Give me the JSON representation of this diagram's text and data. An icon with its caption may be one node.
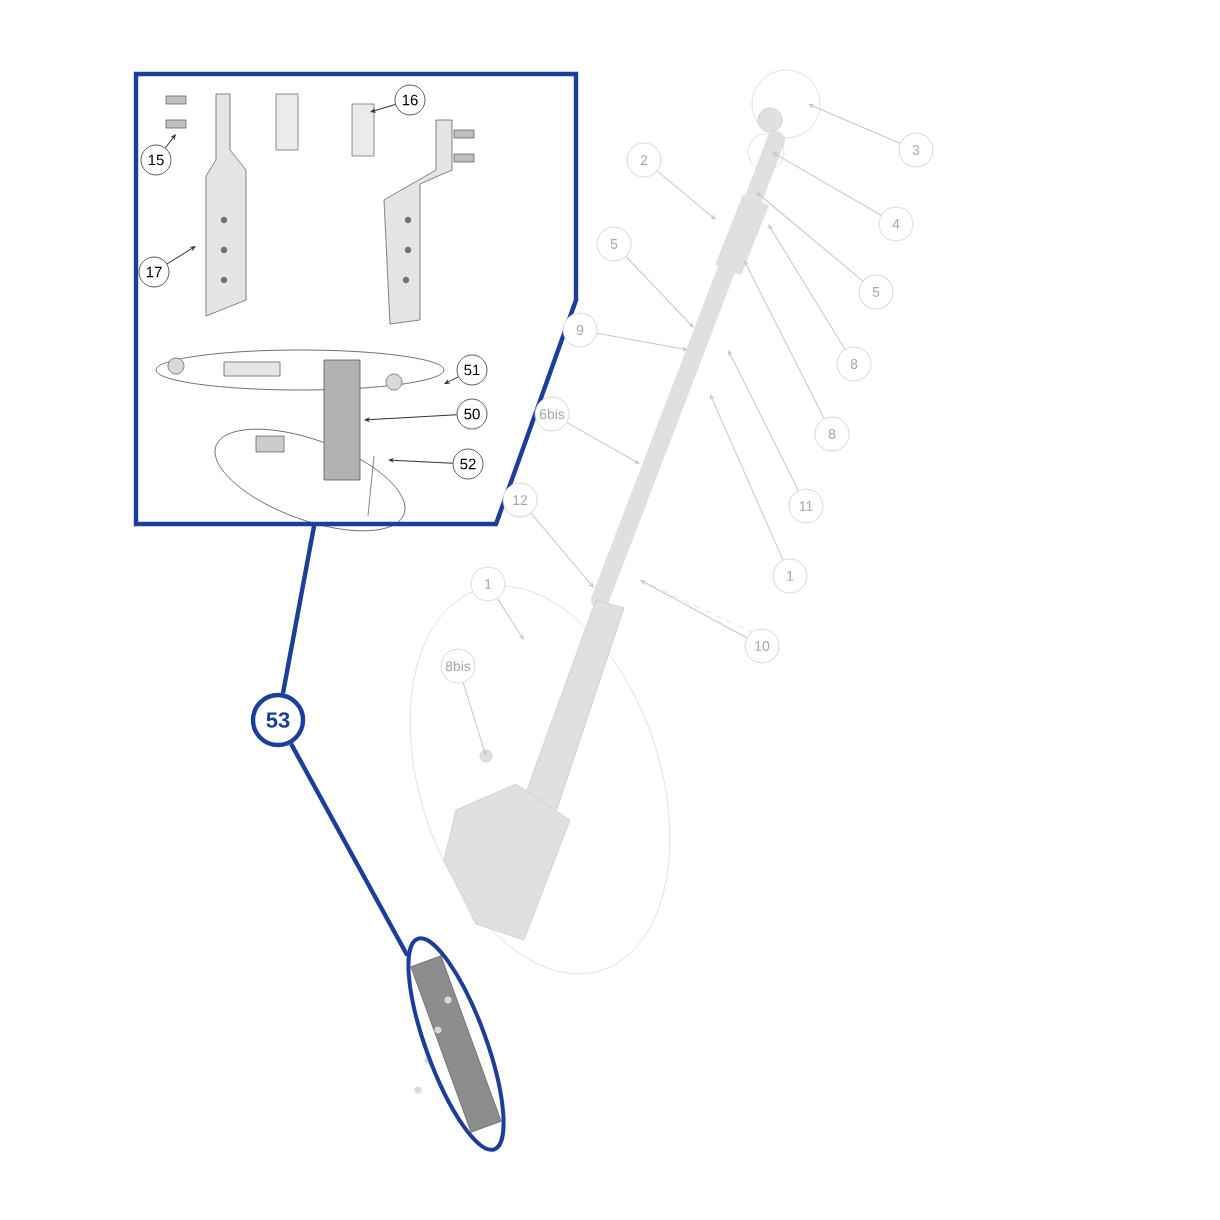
{
  "diagram": {
    "nodes": [
      {
        "text": [],
        "shape": "box"
      },
      {
        "text": [
          "15"
        ],
        "in": 0
      },
      {
        "text": [
          "16"
        ],
        "in": 0
      },
      {
        "text": [
          "17"
        ],
        "in": 0
      },
      {
        "text": [
          "51"
        ],
        "in": 0
      },
      {
        "text": [
          "50"
        ],
        "in": 0
      },
      {
        "text": [
          "52"
        ],
        "in": 0
      },
      {
        "text": [
          "53"
        ]
      },
      {
        "text": [],
        "shape": "ellipse"
      },
      {
        "text": [
          "2"
        ]
      },
      {
        "text": [
          "3"
        ]
      },
      {
        "text": [
          "4"
        ]
      },
      {
        "text": [
          "5"
        ]
      },
      {
        "text": [
          "5"
        ]
      },
      {
        "text": [
          "9"
        ]
      },
      {
        "text": [
          "8"
        ]
      },
      {
        "text": [
          "8"
        ]
      },
      {
        "text": [
          "6bis"
        ]
      },
      {
        "text": [
          "11"
        ]
      },
      {
        "text": [
          "12"
        ]
      },
      {
        "text": [
          "1"
        ]
      },
      {
        "text": [
          "1"
        ]
      },
      {
        "text": [
          "10"
        ]
      },
      {
        "text": [
          "8bis"
        ]
      }
    ],
    "edges": [
      {
        "from": 7,
        "to": 0,
        "arrow": "none",
        "style": "thick",
        "color": "#1a3e9a"
      },
      {
        "from": 7,
        "to": 8,
        "arrow": "none",
        "style": "thick",
        "color": "#1a3e9a"
      },
      {
        "from": 1,
        "to": null,
        "arrow": "to",
        "color": "#333333"
      },
      {
        "from": 2,
        "to": null,
        "arrow": "to",
        "color": "#333333"
      },
      {
        "from": 3,
        "to": null,
        "arrow": "to",
        "color": "#333333"
      },
      {
        "from": 4,
        "to": null,
        "arrow": "to",
        "color": "#333333"
      },
      {
        "from": 5,
        "to": null,
        "arrow": "to",
        "color": "#333333"
      },
      {
        "from": 6,
        "to": null,
        "arrow": "to",
        "color": "#333333"
      },
      {
        "from": 9,
        "to": null,
        "arrow": "to"
      },
      {
        "from": 10,
        "to": null,
        "arrow": "to"
      },
      {
        "from": 11,
        "to": null,
        "arrow": "to"
      },
      {
        "from": 12,
        "to": null,
        "arrow": "to"
      },
      {
        "from": 13,
        "to": null,
        "arrow": "to"
      },
      {
        "from": 14,
        "to": null,
        "arrow": "to"
      },
      {
        "from": 15,
        "to": null,
        "arrow": "to"
      },
      {
        "from": 16,
        "to": null,
        "arrow": "to"
      },
      {
        "from": 17,
        "to": null,
        "arrow": "to"
      },
      {
        "from": 18,
        "to": null,
        "arrow": "to"
      },
      {
        "from": 19,
        "to": null,
        "arrow": "to"
      },
      {
        "from": 20,
        "to": null,
        "arrow": "to"
      },
      {
        "from": 21,
        "to": null,
        "arrow": "to"
      },
      {
        "from": 22,
        "to": null,
        "arrow": "to"
      },
      {
        "from": 23,
        "to": null,
        "arrow": "to"
      }
    ]
  }
}
